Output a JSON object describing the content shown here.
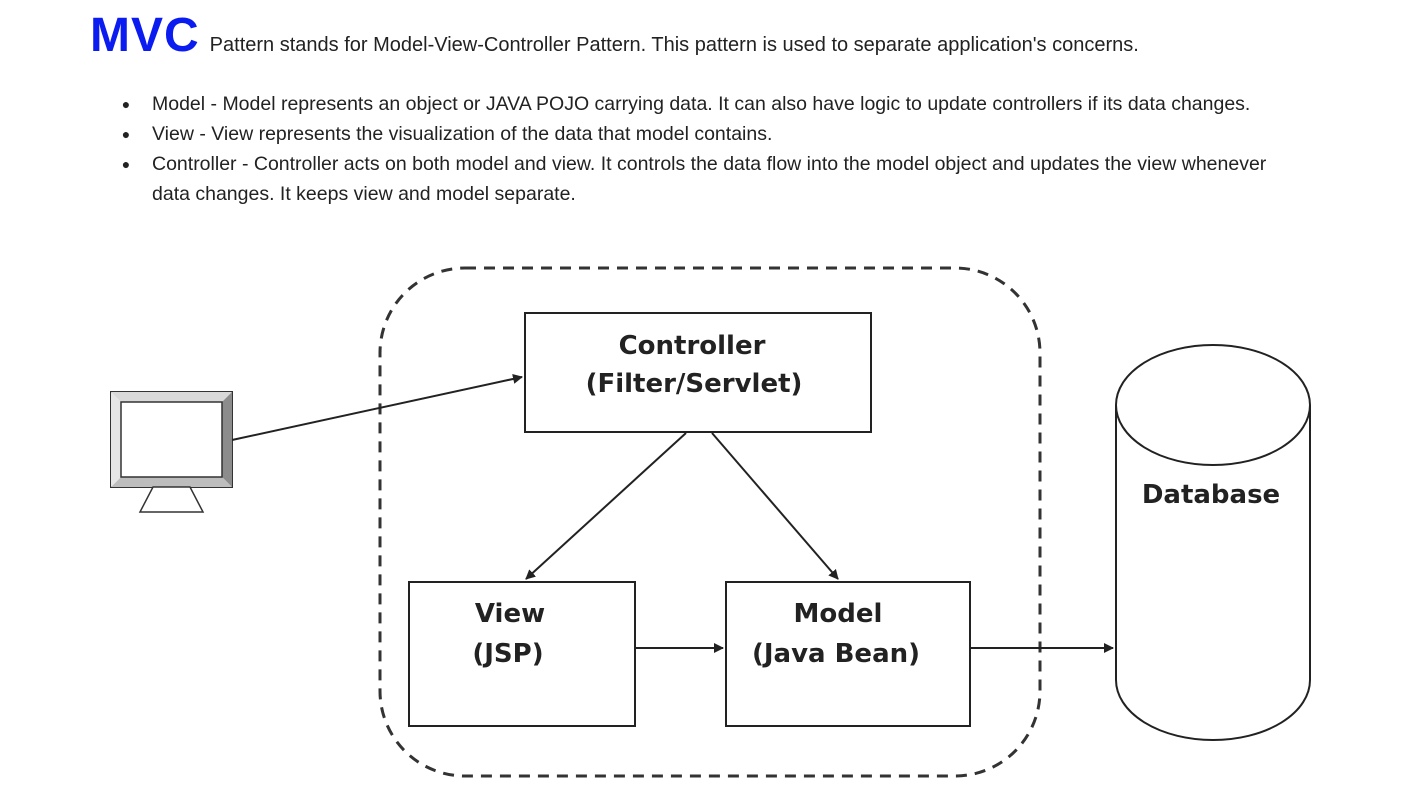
{
  "heading": {
    "title": "MVC",
    "text": "Pattern stands for Model-View-Controller Pattern. This pattern is used to separate application's concerns."
  },
  "bullets": [
    {
      "text": "Model - Model represents an object or JAVA POJO carrying data. It can also have logic to update controllers if its data changes."
    },
    {
      "text": "View - View represents the visualization of the data that model contains."
    },
    {
      "text": "Controller - Controller acts on both model and view. It controls the data flow into the model object and updates the view whenever data changes. It keeps view and model separate."
    }
  ],
  "bullet_symbol": "●",
  "diagram": {
    "controller": {
      "line1": "Controller",
      "line2": "(Filter/Servlet)"
    },
    "view": {
      "line1": "View",
      "line2": "(JSP)"
    },
    "model": {
      "line1": "Model",
      "line2": "(Java Bean)"
    },
    "database": {
      "label": "Database"
    },
    "client_icon": "computer-monitor-icon"
  },
  "colors": {
    "heading_accent": "#0b1cf0",
    "text": "#222222",
    "diagram_stroke": "#222222",
    "monitor_frame": "#9a9a9a"
  }
}
